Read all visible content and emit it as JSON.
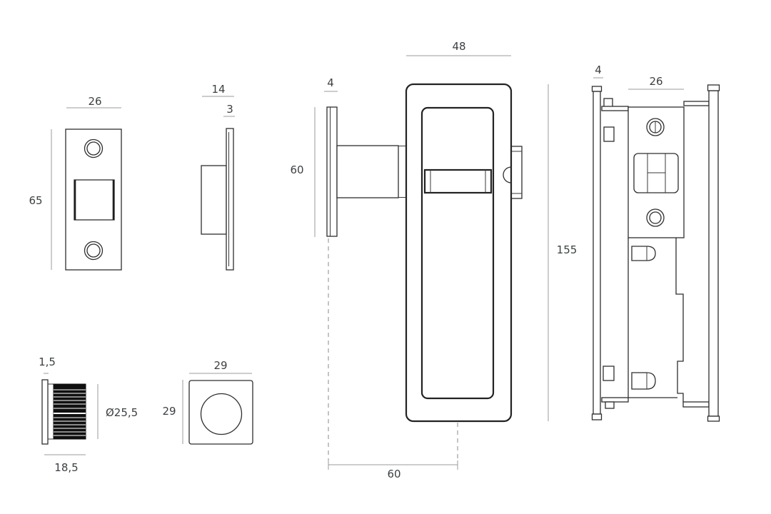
{
  "drawing": {
    "colors": {
      "background": "#ffffff",
      "object_line": "#2e2e2e",
      "dimension_line": "#9b9b9b",
      "text": "#3c4043",
      "knurl_fill": "#101010"
    },
    "views": {
      "strike_plate_front": {
        "width": "26",
        "height": "65"
      },
      "strike_plate_side": {
        "depth": "14",
        "thickness": "3"
      },
      "flush_handle_front": {
        "plate_thickness": "4",
        "plate_height": "60",
        "handle_width": "48",
        "total_height": "155",
        "backset": "60"
      },
      "lock_installed_side": {
        "plate_thickness": "4",
        "case_width": "26"
      },
      "edge_pull_side": {
        "flange_thickness": "1,5",
        "diameter": "Ø25,5",
        "depth": "18,5"
      },
      "edge_pull_front": {
        "width": "29",
        "height": "29"
      }
    }
  }
}
